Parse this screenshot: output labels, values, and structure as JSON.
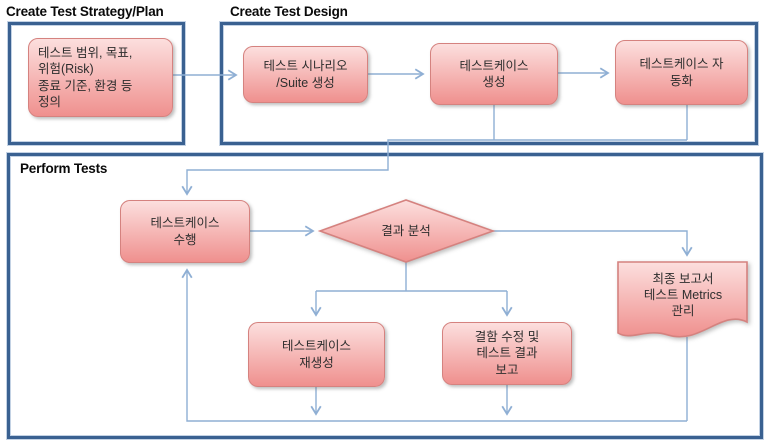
{
  "sections": {
    "strategy": {
      "title": "Create Test Strategy/Plan"
    },
    "design": {
      "title": "Create Test Design"
    },
    "perform": {
      "title": "Perform Tests"
    }
  },
  "nodes": {
    "define": {
      "label": "테스트 범위, 목표,\n위험(Risk)\n종료 기준, 환경 등\n정의",
      "shape": "rounded-rect"
    },
    "scenario": {
      "label": "테스트 시나리오\n/Suite 생성",
      "shape": "rounded-rect"
    },
    "create_case": {
      "label": "테스트케이스\n생성",
      "shape": "rounded-rect"
    },
    "automation": {
      "label": "테스트케이스 자\n동화",
      "shape": "rounded-rect"
    },
    "execute": {
      "label": "테스트케이스\n수행",
      "shape": "rounded-rect"
    },
    "decision": {
      "label": "결과 분석",
      "shape": "diamond"
    },
    "regenerate": {
      "label": "테스트케이스\n재생성",
      "shape": "rounded-rect"
    },
    "defect": {
      "label": "결함 수정 및\n테스트 결과\n보고",
      "shape": "rounded-rect"
    },
    "report": {
      "label": "최종 보고서\n테스트 Metrics\n관리",
      "shape": "document"
    }
  },
  "colors": {
    "frame": "#3a6191",
    "frameHighlight": "#c3d2e4",
    "connector": "#8fafd4",
    "nodeBorder": "#d5827f",
    "nodeGradientTop": "#fcdfde",
    "nodeGradientBottom": "#ef908e",
    "text": "#2e2e2e",
    "titleText": "#0a0a0a"
  }
}
